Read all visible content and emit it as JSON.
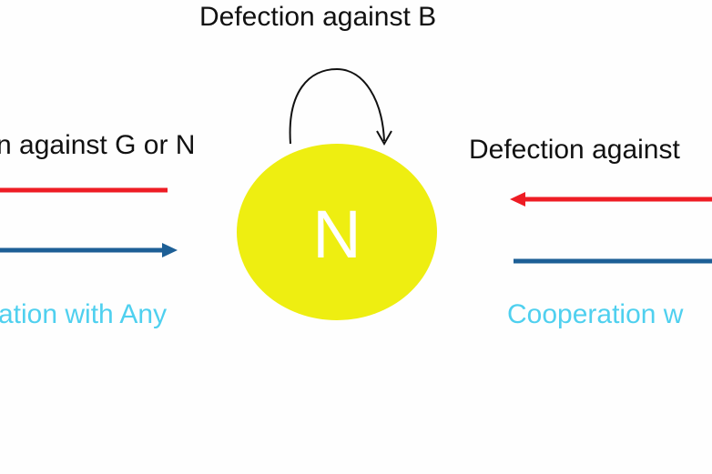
{
  "diagram": {
    "self_loop_label": "Defection against B",
    "left_defection_label": "n against G or N",
    "right_defection_label": "Defection against",
    "left_cooperation_label": "ation with Any",
    "right_cooperation_label": "Cooperation w",
    "node": {
      "label": "N",
      "fill_color": "#eeee11",
      "text_color": "#ffffff"
    },
    "colors": {
      "defection_arrow": "#ee1c24",
      "cooperation_arrow": "#1d5f96",
      "cooperation_text": "#4fd0ef",
      "label_text": "#111111"
    },
    "edges": [
      {
        "name": "self-loop",
        "type": "defection",
        "from": "N",
        "to": "N",
        "label_ref": "self_loop_label"
      },
      {
        "name": "left-defection",
        "type": "defection",
        "direction": "incoming-from-left-no-head"
      },
      {
        "name": "left-cooperation",
        "type": "cooperation",
        "direction": "pointing-right"
      },
      {
        "name": "right-defection",
        "type": "defection",
        "direction": "pointing-left"
      },
      {
        "name": "right-cooperation",
        "type": "cooperation",
        "direction": "no-head"
      }
    ]
  }
}
